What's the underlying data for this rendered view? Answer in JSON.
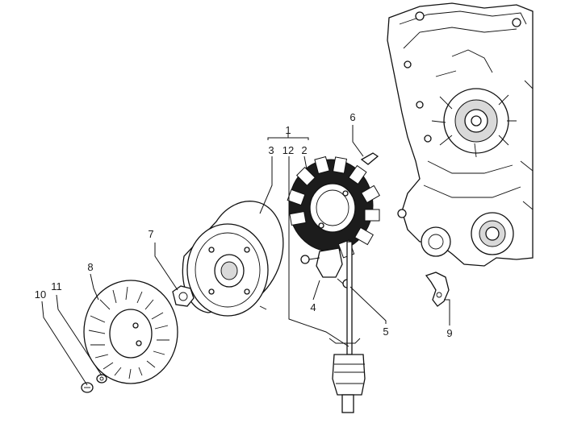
{
  "callouts": [
    {
      "id": "c1",
      "text": "1"
    },
    {
      "id": "c2",
      "text": "2"
    },
    {
      "id": "c3",
      "text": "3"
    },
    {
      "id": "c4",
      "text": "4"
    },
    {
      "id": "c5",
      "text": "5"
    },
    {
      "id": "c6",
      "text": "6"
    },
    {
      "id": "c7",
      "text": "7"
    },
    {
      "id": "c8",
      "text": "8"
    },
    {
      "id": "c9",
      "text": "9"
    },
    {
      "id": "c10",
      "text": "10"
    },
    {
      "id": "c11",
      "text": "11"
    },
    {
      "id": "c12",
      "text": "12"
    }
  ],
  "parts": {
    "crankcase": "engine-crankcase",
    "stator": "stator-coil",
    "flywheel": "flywheel-rotor",
    "fan": "cooling-fan",
    "nut": "flywheel-nut",
    "key": "woodruff-key",
    "pickup": "pickup-sensor",
    "cable": "stator-cable-connector",
    "bracket": "cable-bracket"
  }
}
